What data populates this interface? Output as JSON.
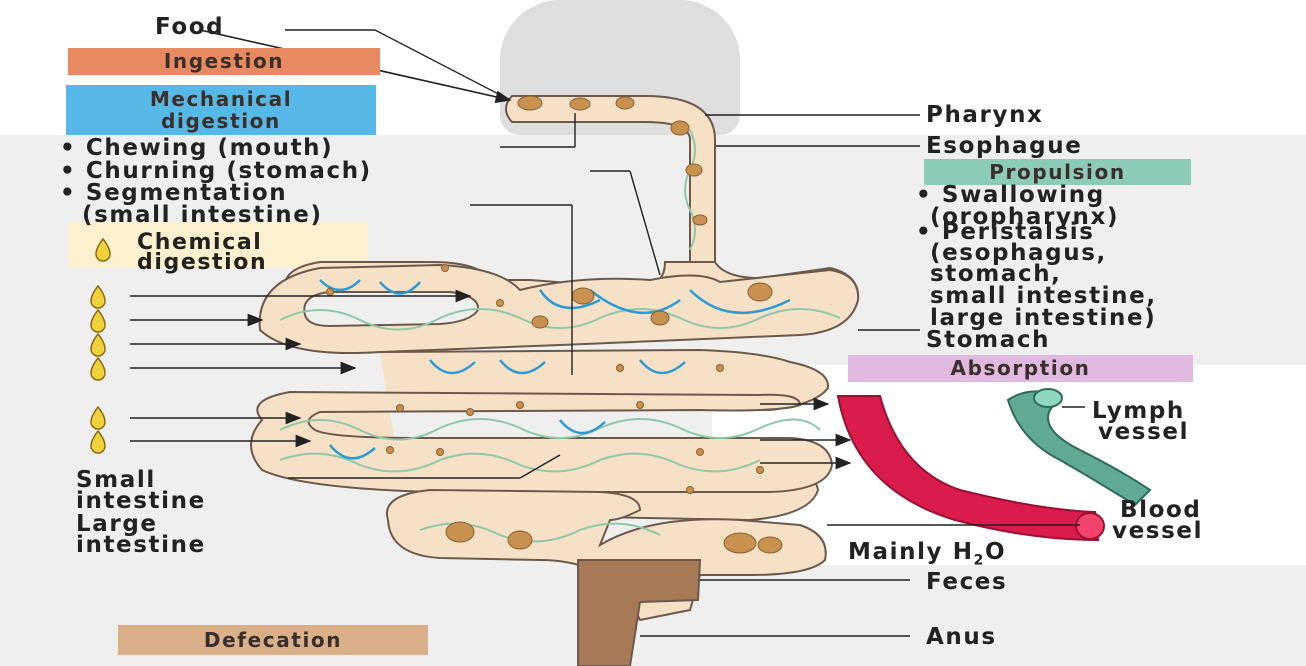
{
  "labels": {
    "food": "Food",
    "ingestion": "Ingestion",
    "mechanical_line1": "Mechanical",
    "mechanical_line2": "digestion",
    "mech_items": [
      "• Chewing (mouth)",
      "• Churning (stomach)",
      "• Segmentation",
      "(small intestine)"
    ],
    "chemical_line1": "Chemical",
    "chemical_line2": "digestion",
    "pharynx": "Pharynx",
    "esophagus": "Esophague",
    "propulsion": "Propulsion",
    "propulsion_items": [
      "• Swallowing",
      "(oropharynx)",
      "• Peristalsis",
      "(esophagus,",
      "stomach,",
      "small intestine,",
      "large intestine)"
    ],
    "stomach": "Stomach",
    "absorption": "Absorption",
    "lymph_line1": "Lymph",
    "lymph_line2": "vessel",
    "blood_line1": "Blood",
    "blood_line2": "vessel",
    "mainly_h2o_prefix": "Mainly H",
    "mainly_h2o_sub": "2",
    "mainly_h2o_suffix": "O",
    "small_int_line1": "Small",
    "small_int_line2": "intestine",
    "large_int_line1": "Large",
    "large_int_line2": "intestine",
    "feces": "Feces",
    "anus": "Anus",
    "defecation": "Defecation"
  },
  "colors": {
    "ingestion": "#e88a5f",
    "mechanical": "#56b8e6",
    "chemical": "#fbf1cf",
    "propulsion": "#8ccbb7",
    "absorption": "#dfb9e0",
    "defecation": "#d9b08a",
    "tract": "#f7e1c6",
    "blood_vessel": "#d91c4c",
    "lymph_vessel": "#5fa995",
    "food_bolus": "#c8914f",
    "feces": "#9c6e4e",
    "enzyme_drop": "#f2d23c"
  }
}
